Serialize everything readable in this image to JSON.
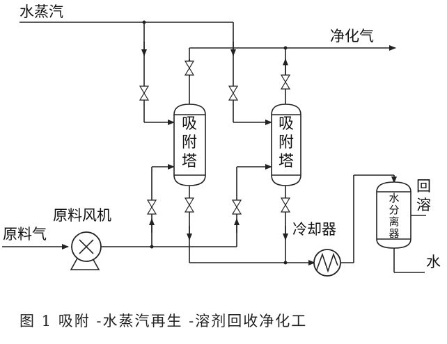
{
  "labels": {
    "steam": "水蒸汽",
    "purified_gas": "净化气",
    "raw_gas": "原料气",
    "raw_fan": "原料风机",
    "cooler": "冷却器",
    "adsorber_1": [
      "吸",
      "附",
      "塔"
    ],
    "adsorber_2": [
      "吸",
      "附",
      "塔"
    ],
    "water_separator": [
      "水",
      "分",
      "离",
      "器"
    ],
    "right_top_cut": "回",
    "right_mid_cut": "溶",
    "right_bottom_cut": "水"
  },
  "caption": "图 1  吸附 -水蒸汽再生 -溶剂回收净化工"
}
